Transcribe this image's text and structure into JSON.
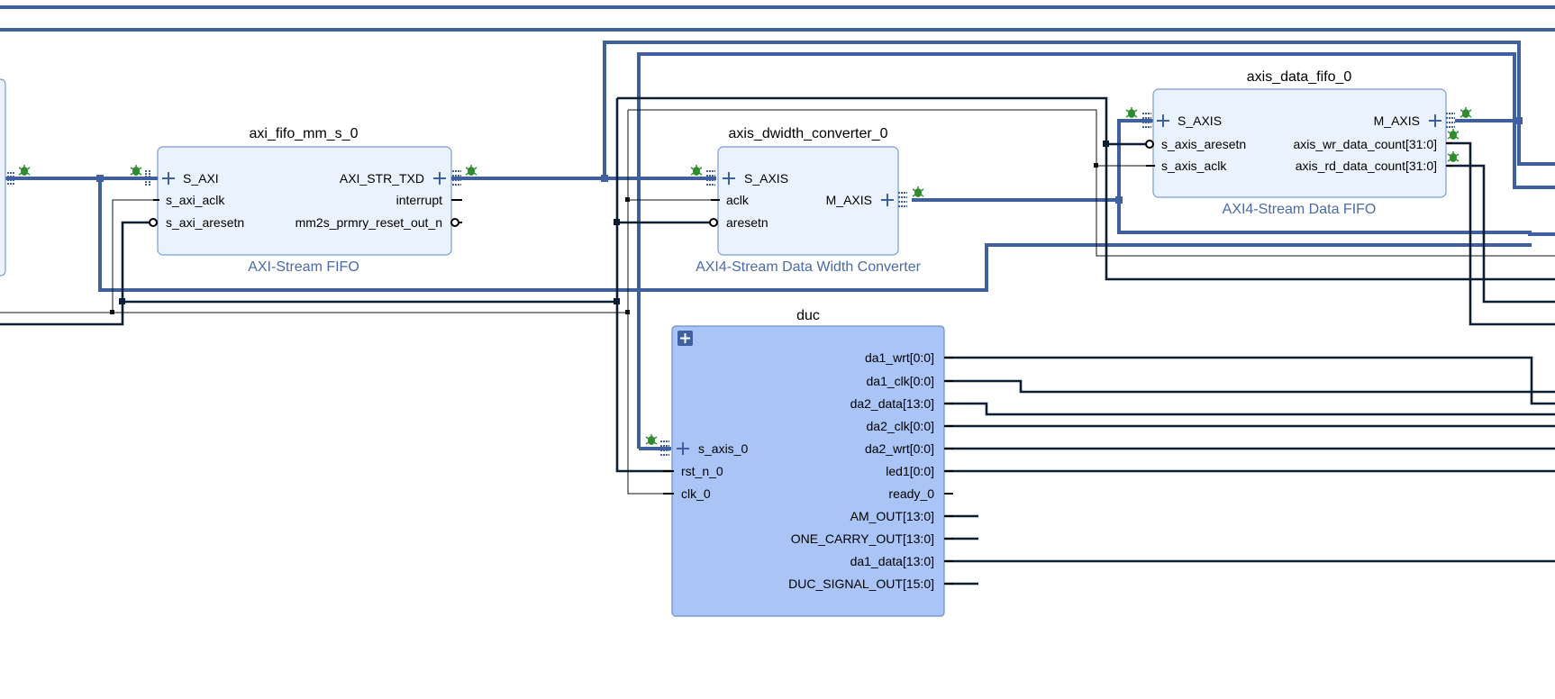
{
  "blocks": {
    "axi_fifo": {
      "instance": "axi_fifo_mm_s_0",
      "type_label": "AXI-Stream FIFO",
      "left_ports": [
        "S_AXI",
        "s_axi_aclk",
        "s_axi_aresetn"
      ],
      "right_ports": [
        "AXI_STR_TXD",
        "interrupt",
        "mm2s_prmry_reset_out_n"
      ]
    },
    "dwidth": {
      "instance": "axis_dwidth_converter_0",
      "type_label": "AXI4-Stream Data Width Converter",
      "left_ports": [
        "S_AXIS",
        "aclk",
        "aresetn"
      ],
      "right_ports": [
        "M_AXIS"
      ]
    },
    "data_fifo": {
      "instance": "axis_data_fifo_0",
      "type_label": "AXI4-Stream Data FIFO",
      "left_ports": [
        "S_AXIS",
        "s_axis_aresetn",
        "s_axis_aclk"
      ],
      "right_ports": [
        "M_AXIS",
        "axis_wr_data_count[31:0]",
        "axis_rd_data_count[31:0]"
      ]
    },
    "duc": {
      "instance": "duc",
      "left_ports": [
        "s_axis_0",
        "rst_n_0",
        "clk_0"
      ],
      "right_ports": [
        "da1_wrt[0:0]",
        "da1_clk[0:0]",
        "da2_data[13:0]",
        "da2_clk[0:0]",
        "da2_wrt[0:0]",
        "led1[0:0]",
        "ready_0",
        "AM_OUT[13:0]",
        "ONE_CARRY_OUT[13:0]",
        "da1_data[13:0]",
        "DUC_SIGNAL_OUT[15:0]"
      ]
    }
  },
  "colors": {
    "bus": "#3f5f9e",
    "net": "#0c1e33",
    "block_fill": "#eaf2fd",
    "hier_fill": "#a9c4f5",
    "label_blue": "#4a6aa8",
    "debug_bug": "#2e8b2e"
  }
}
